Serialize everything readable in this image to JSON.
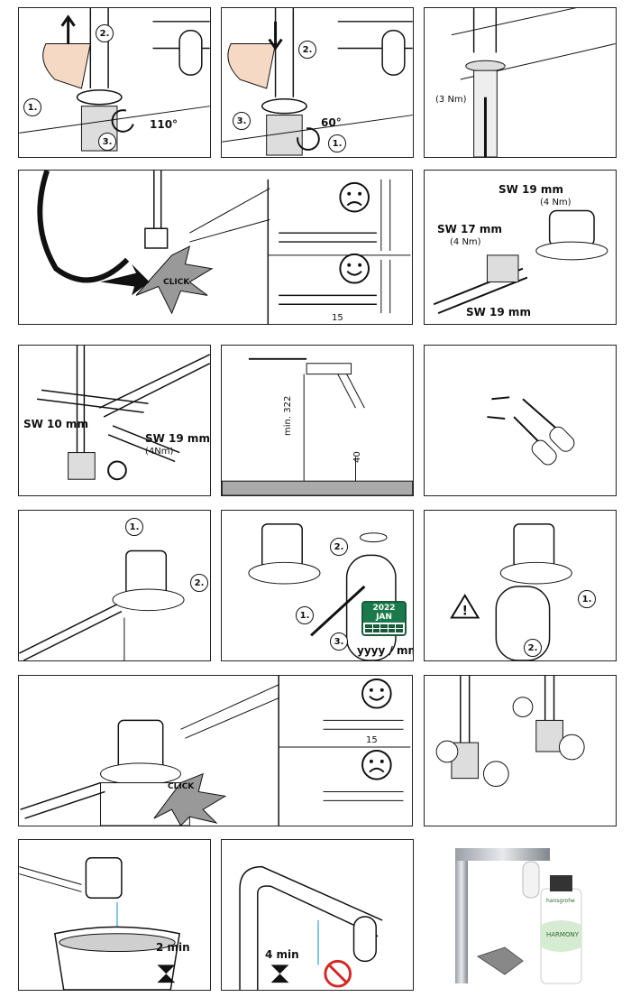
{
  "panels": {
    "p1": {
      "steps": [
        "1.",
        "2.",
        "3."
      ],
      "angle": "110°"
    },
    "p2": {
      "steps": [
        "1.",
        "2.",
        "3."
      ],
      "angle": "60°"
    },
    "p3": {
      "torque": "(3 Nm)"
    },
    "p4": {
      "click": "CLICK",
      "dim": "15"
    },
    "p5": {
      "sw19a": "SW 19 mm",
      "sw19a_t": "(4 Nm)",
      "sw17": "SW 17 mm",
      "sw17_t": "(4 Nm)",
      "sw19b": "SW 19 mm"
    },
    "p6": {
      "sw10": "SW 10 mm",
      "sw19": "SW 19 mm",
      "sw19_t": "(4Nm)"
    },
    "p7": {
      "min": "min. 322",
      "d40": "40"
    },
    "p9": {
      "steps": [
        "1.",
        "2."
      ]
    },
    "p10": {
      "steps": [
        "1.",
        "2.",
        "3."
      ],
      "year": "2022",
      "month": "JAN",
      "date_fmt": "yyyy / mm"
    },
    "p11": {
      "steps": [
        "1.",
        "2."
      ]
    },
    "p12": {
      "click": "CLICK",
      "dim": "15"
    },
    "p14": {
      "time": "2 min"
    },
    "p15": {
      "time": "4 min"
    },
    "p16": {
      "bottle_brand": "hansgrohe",
      "bottle_name": "HARMONY"
    }
  },
  "colors": {
    "line": "#111111",
    "glove": "#f5d9c4",
    "water": "#7ec8e3",
    "prohibit": "#d62828"
  }
}
